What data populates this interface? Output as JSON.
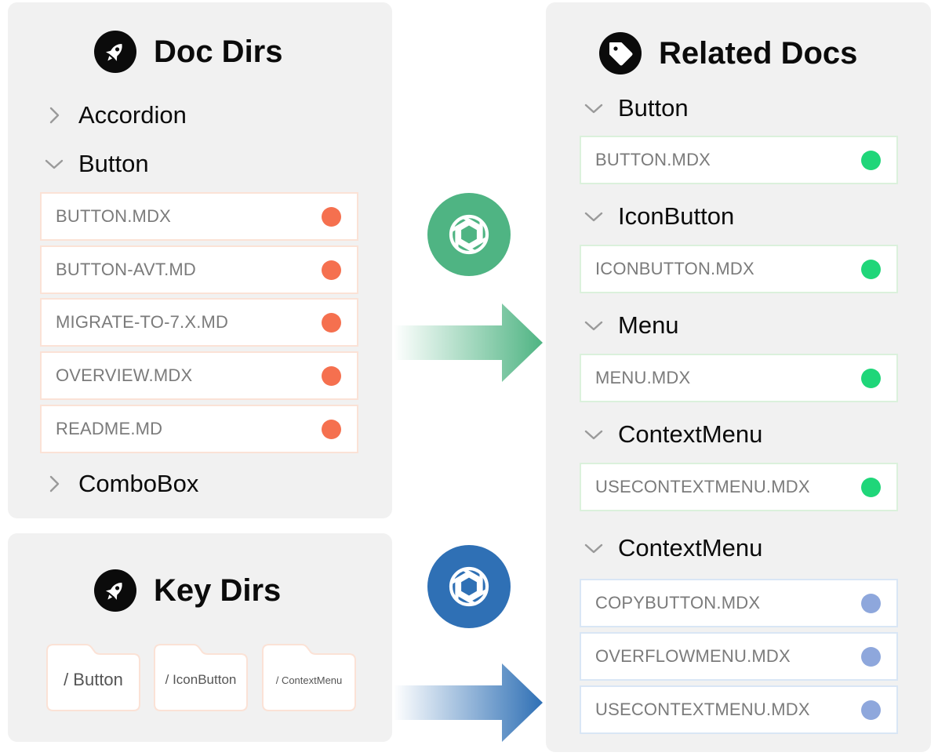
{
  "doc_dirs": {
    "title": "Doc Dirs",
    "title_icon": "rocket-icon",
    "items": [
      {
        "label": "Accordion",
        "expanded": false
      },
      {
        "label": "Button",
        "expanded": true
      },
      {
        "label": "ComboBox",
        "expanded": false
      }
    ],
    "files": [
      "BUTTON.MDX",
      "BUTTON-AVT.MD",
      "MIGRATE-TO-7.X.MD",
      "OVERVIEW.MDX",
      "README.MD"
    ],
    "dot_color": "#f5704f",
    "card_border_color": "#fbe2d6"
  },
  "key_dirs": {
    "title": "Key Dirs",
    "title_icon": "rocket-icon",
    "folders": [
      "/ Button",
      "/ IconButton",
      "/ ContextMenu"
    ],
    "folder_border_color": "#fbe2d6"
  },
  "related_docs": {
    "title": "Related Docs",
    "title_icon": "tag-icon",
    "groups": [
      {
        "label": "Button",
        "file": "BUTTON.MDX"
      },
      {
        "label": "IconButton",
        "file": "ICONBUTTON.MDX"
      },
      {
        "label": "Menu",
        "file": "MENU.MDX"
      },
      {
        "label": "ContextMenu",
        "file": "USECONTEXTMENU.MDX"
      },
      {
        "label": "ContextMenu",
        "files": [
          "COPYBUTTON.MDX",
          "OVERFLOWMENU.MDX",
          "USECONTEXTMENU.MDX"
        ]
      }
    ],
    "green_dot_color": "#1fd679",
    "green_border_color": "#dbf1dc",
    "blue_dot_color": "#8ea7dc",
    "blue_border_color": "#d9e6f5"
  },
  "connectors": {
    "top_logo": "openai-logo-icon",
    "top_color": "#4fb483",
    "bottom_logo": "openai-logo-icon",
    "bottom_color": "#2f70b5"
  }
}
